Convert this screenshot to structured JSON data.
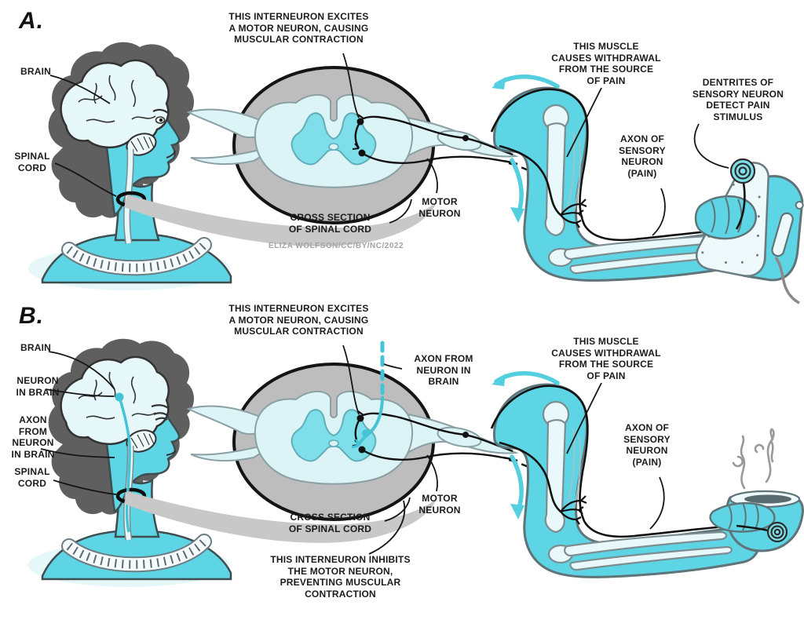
{
  "figure": {
    "panel_a_letter": "A.",
    "panel_b_letter": "B.",
    "credit": "ELIZA WOLFSON/CC/BY/NC/2022"
  },
  "labels": {
    "brain": "BRAIN",
    "spinal_cord": "SPINAL\nCORD",
    "interneuron_excites": "THIS INTERNEURON EXCITES\nA MOTOR NEURON, CAUSING\nMUSCULAR CONTRACTION",
    "muscle_withdrawal": "THIS MUSCLE\nCAUSES WITHDRAWAL\nFROM THE SOURCE\nOF PAIN",
    "dentrites": "DENTRITES OF\nSENSORY NEURON\nDETECT PAIN\nSTIMULUS",
    "axon_sensory": "AXON OF\nSENSORY\nNEURON\n(PAIN)",
    "motor_neuron": "MOTOR\nNEURON",
    "cross_section": "CROSS SECTION\nOF SPINAL CORD",
    "neuron_in_brain": "NEURON\nIN BRAIN",
    "axon_from_neuron_stacked": "AXON\nFROM\nNEURON\nIN BRAIN",
    "axon_from_neuron": "AXON FROM\nNEURON IN\nBRAIN",
    "interneuron_inhibits": "THIS INTERNEURON INHIBITS\nTHE MOTOR NEURON,\nPREVENTING MUSCULAR\nCONTRACTION"
  },
  "colors": {
    "skin_cyan": "#5ed5e4",
    "light_cyan": "#e9f8fa",
    "gray_matter_teal": "#7edee9",
    "descending_axon_teal": "#44c4d6",
    "hair_gray": "#5f5f5f",
    "ring_gray": "#bdbdbd",
    "beam_gray": "#c8c8c8",
    "outline_black": "#141414"
  }
}
